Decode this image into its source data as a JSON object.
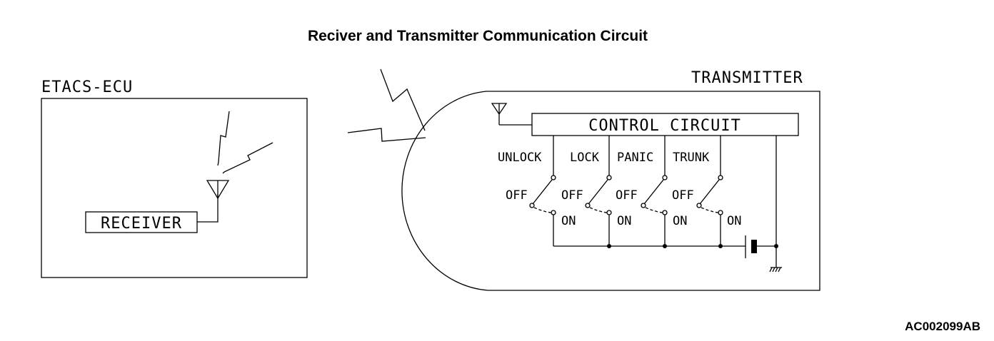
{
  "title": "Reciver and Transmitter Communication Circuit",
  "ecu": {
    "label": "ETACS-ECU",
    "receiver_label": "RECEIVER"
  },
  "transmitter": {
    "label": "TRANSMITTER",
    "control_circuit_label": "CONTROL CIRCUIT",
    "switches": [
      {
        "name": "UNLOCK",
        "off": "OFF",
        "on": "ON"
      },
      {
        "name": "LOCK",
        "off": "OFF",
        "on": "ON"
      },
      {
        "name": "PANIC",
        "off": "OFF",
        "on": "ON"
      },
      {
        "name": "TRUNK",
        "off": "OFF",
        "on": "ON"
      }
    ]
  },
  "figure_code": "AC002099AB"
}
